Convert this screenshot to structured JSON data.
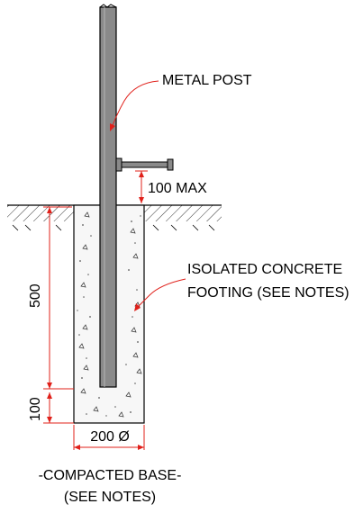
{
  "labels": {
    "post": "METAL POST",
    "clearance": "100 MAX",
    "footing_line1": "ISOLATED CONCRETE",
    "footing_line2": "FOOTING (SEE NOTES)",
    "depth": "500",
    "base_thickness": "100",
    "diameter": "200 Ø",
    "base_line1": "-COMPACTED BASE-",
    "base_line2": "(SEE NOTES)"
  },
  "colors": {
    "post": "#8a8a8a",
    "leader": "#e0201a",
    "concrete": "#f7f7f7",
    "line": "#000000"
  }
}
